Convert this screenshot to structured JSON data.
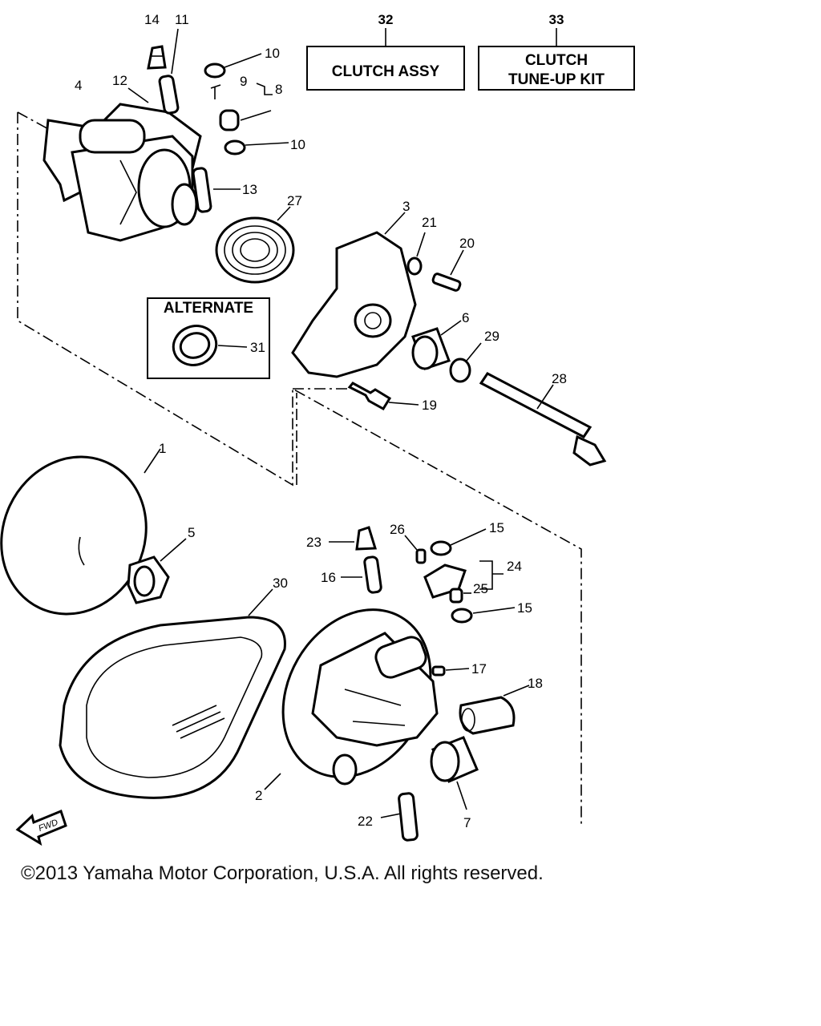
{
  "diagram": {
    "callout_boxes": [
      {
        "id": "32",
        "text": "CLUTCH ASSY"
      },
      {
        "id": "33",
        "line1": "CLUTCH",
        "line2": "TUNE-UP KIT"
      }
    ],
    "alternate_box": {
      "title": "ALTERNATE",
      "callout": "31"
    },
    "labels": {
      "p1": "1",
      "p2": "2",
      "p3": "3",
      "p4": "4",
      "p5": "5",
      "p6": "6",
      "p7": "7",
      "p8": "8",
      "p9": "9",
      "p10a": "10",
      "p10b": "10",
      "p11": "11",
      "p12": "12",
      "p13": "13",
      "p14": "14",
      "p15a": "15",
      "p15b": "15",
      "p16": "16",
      "p17": "17",
      "p18": "18",
      "p19": "19",
      "p20": "20",
      "p21": "21",
      "p22": "22",
      "p23": "23",
      "p24": "24",
      "p25": "25",
      "p26": "26",
      "p27": "27",
      "p28": "28",
      "p29": "29",
      "p30": "30",
      "p32": "32",
      "p33": "33"
    },
    "fwd_badge": "FWD"
  },
  "footer": {
    "copyright": "©2013 Yamaha Motor Corporation, U.S.A. All rights reserved."
  }
}
